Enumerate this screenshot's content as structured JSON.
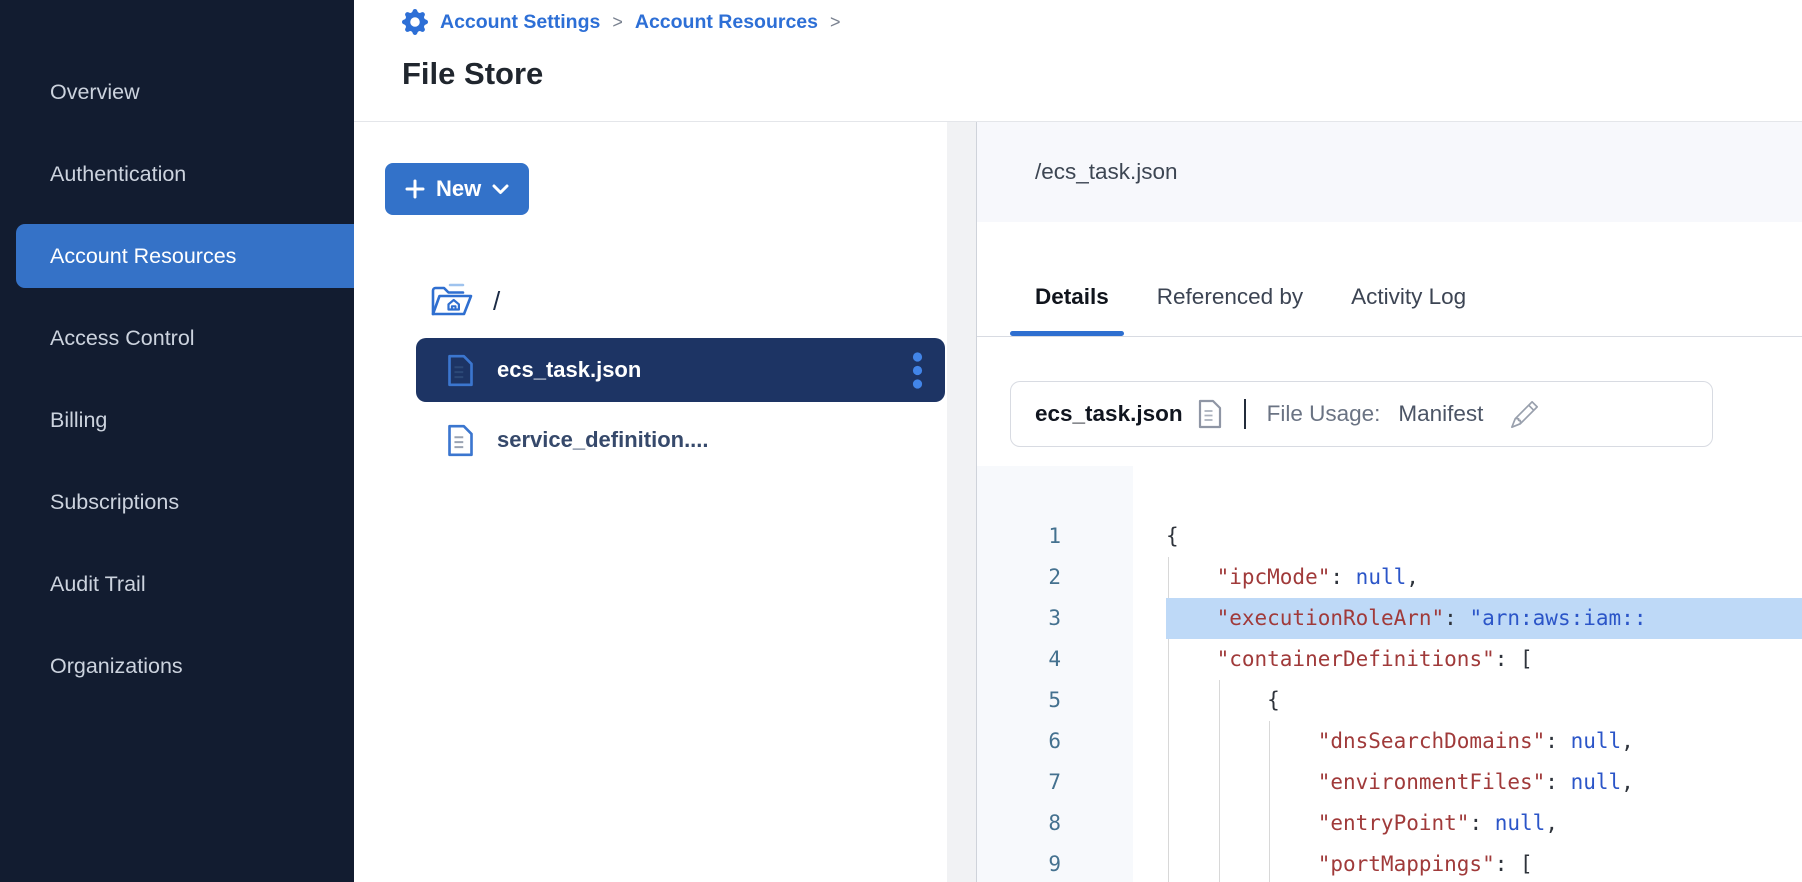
{
  "sidebar": {
    "items": [
      {
        "label": "Overview",
        "active": false
      },
      {
        "label": "Authentication",
        "active": false
      },
      {
        "label": "Account Resources",
        "active": true
      },
      {
        "label": "Access Control",
        "active": false
      },
      {
        "label": "Billing",
        "active": false
      },
      {
        "label": "Subscriptions",
        "active": false
      },
      {
        "label": "Audit Trail",
        "active": false
      },
      {
        "label": "Organizations",
        "active": false
      }
    ]
  },
  "breadcrumb": {
    "items": [
      "Account Settings",
      "Account Resources"
    ],
    "separator": ">"
  },
  "page": {
    "title": "File Store"
  },
  "browser": {
    "new_button_label": "New",
    "root_label": "/",
    "files": [
      {
        "name": "ecs_task.json",
        "selected": true
      },
      {
        "name": "service_definition....",
        "selected": false
      }
    ]
  },
  "details": {
    "path": "/ecs_task.json",
    "tabs": [
      {
        "label": "Details",
        "active": true
      },
      {
        "label": "Referenced by",
        "active": false
      },
      {
        "label": "Activity Log",
        "active": false
      }
    ],
    "card": {
      "name": "ecs_task.json",
      "usage_label": "File Usage:",
      "usage_value": "Manifest"
    }
  },
  "code": {
    "lines": [
      {
        "num": "1",
        "highlight": false,
        "tokens": [
          [
            "p",
            "{"
          ]
        ]
      },
      {
        "num": "2",
        "highlight": false,
        "tokens": [
          [
            "p",
            "    "
          ],
          [
            "k",
            "\"ipcMode\""
          ],
          [
            "p",
            ": "
          ],
          [
            "v",
            "null"
          ],
          [
            "p",
            ","
          ]
        ]
      },
      {
        "num": "3",
        "highlight": true,
        "tokens": [
          [
            "p",
            "    "
          ],
          [
            "k",
            "\"executionRoleArn\""
          ],
          [
            "p",
            ": "
          ],
          [
            "v",
            "\"arn:aws:iam::"
          ]
        ]
      },
      {
        "num": "4",
        "highlight": false,
        "tokens": [
          [
            "p",
            "    "
          ],
          [
            "k",
            "\"containerDefinitions\""
          ],
          [
            "p",
            ": ["
          ]
        ]
      },
      {
        "num": "5",
        "highlight": false,
        "tokens": [
          [
            "p",
            "        {"
          ]
        ]
      },
      {
        "num": "6",
        "highlight": false,
        "tokens": [
          [
            "p",
            "            "
          ],
          [
            "k",
            "\"dnsSearchDomains\""
          ],
          [
            "p",
            ": "
          ],
          [
            "v",
            "null"
          ],
          [
            "p",
            ","
          ]
        ]
      },
      {
        "num": "7",
        "highlight": false,
        "tokens": [
          [
            "p",
            "            "
          ],
          [
            "k",
            "\"environmentFiles\""
          ],
          [
            "p",
            ": "
          ],
          [
            "v",
            "null"
          ],
          [
            "p",
            ","
          ]
        ]
      },
      {
        "num": "8",
        "highlight": false,
        "tokens": [
          [
            "p",
            "            "
          ],
          [
            "k",
            "\"entryPoint\""
          ],
          [
            "p",
            ": "
          ],
          [
            "v",
            "null"
          ],
          [
            "p",
            ","
          ]
        ]
      },
      {
        "num": "9",
        "highlight": false,
        "tokens": [
          [
            "p",
            "            "
          ],
          [
            "k",
            "\"portMappings\""
          ],
          [
            "p",
            ": ["
          ]
        ]
      }
    ]
  },
  "colors": {
    "accent_blue": "#2d6fd6",
    "sidebar_active_blue": "#3572c7",
    "selected_row_navy": "#1d3464",
    "line_highlight_blue": "#bed9f7",
    "json_key_red": "#a03a3a",
    "json_value_blue": "#2b55c8",
    "line_number_blue": "#44718f"
  }
}
